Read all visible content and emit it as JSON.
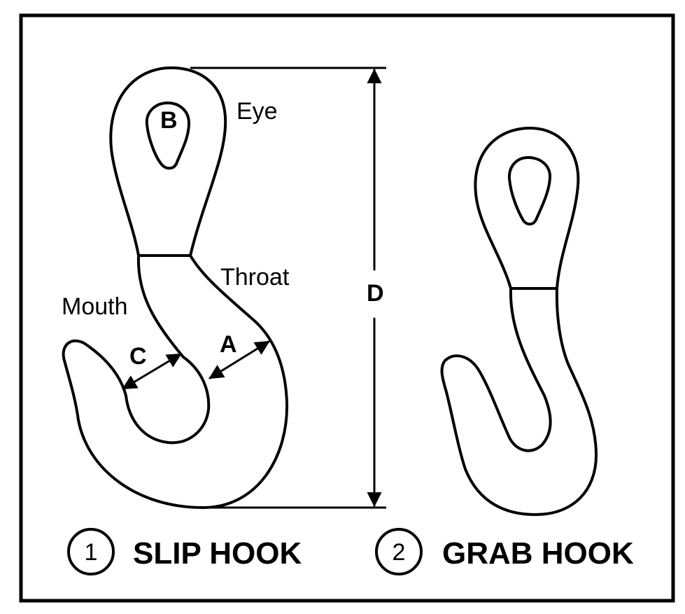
{
  "labels": {
    "eye": "Eye",
    "throat": "Throat",
    "mouth": "Mouth",
    "dim_a": "A",
    "dim_b": "B",
    "dim_c": "C",
    "dim_d": "D"
  },
  "captions": [
    {
      "number": "1",
      "text": "SLIP HOOK"
    },
    {
      "number": "2",
      "text": "GRAB HOOK"
    }
  ]
}
